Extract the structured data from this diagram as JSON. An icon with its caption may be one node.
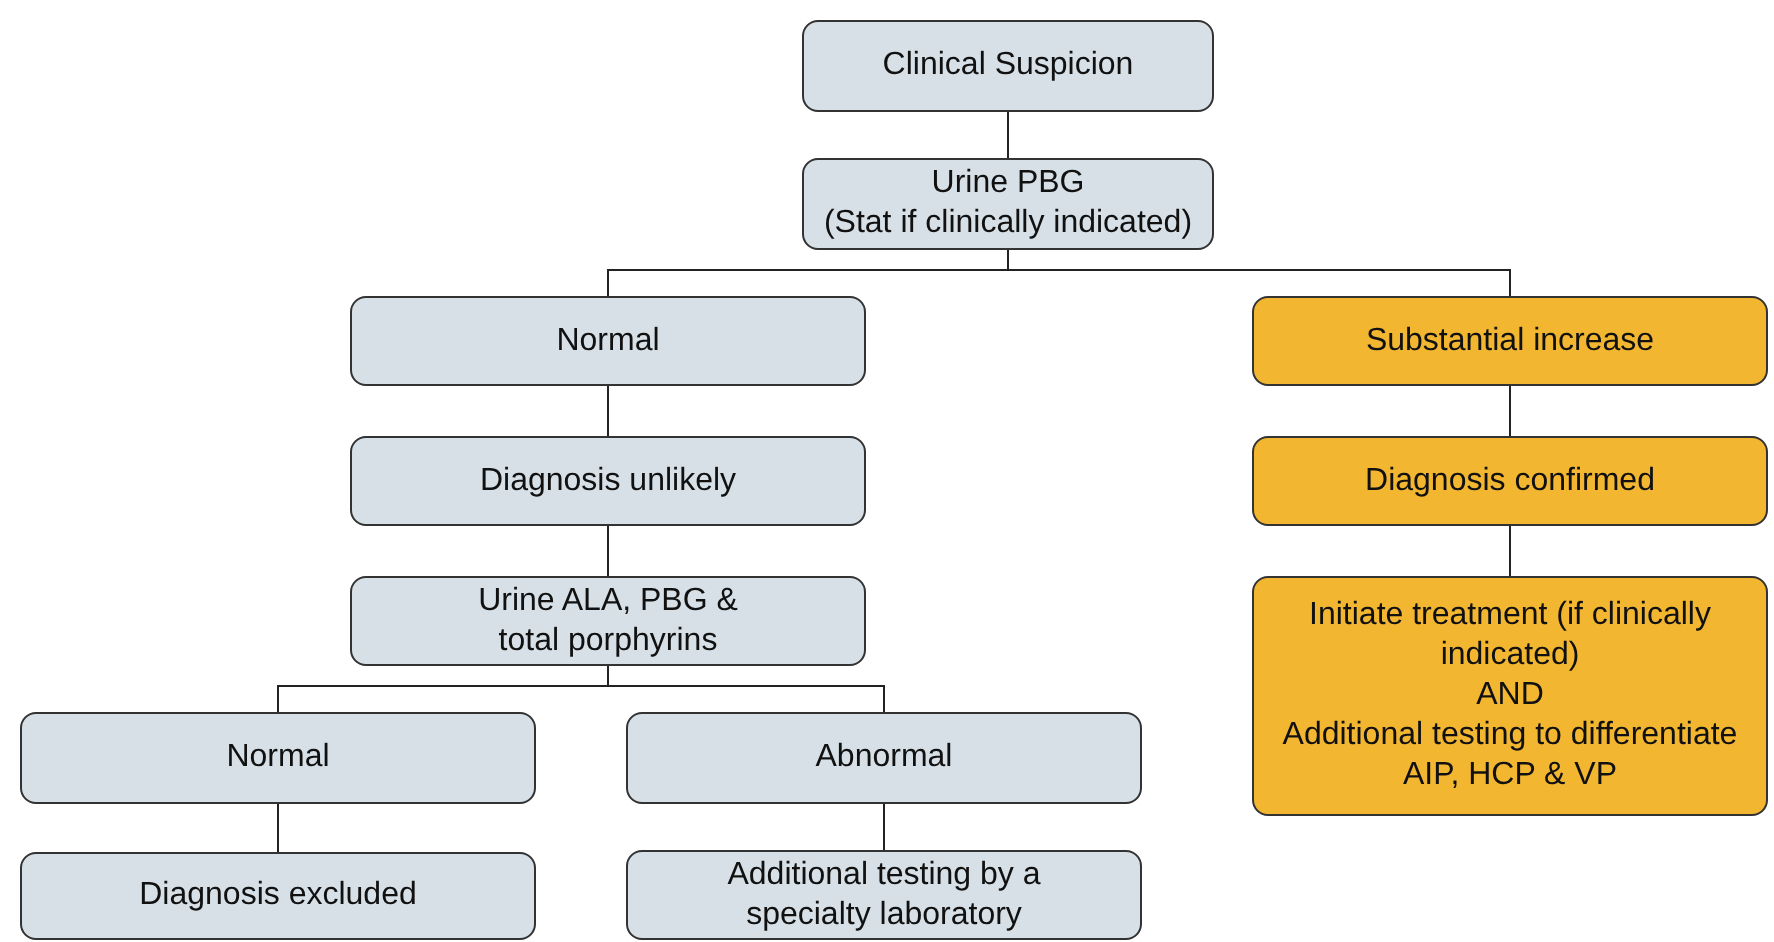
{
  "diagram": {
    "nodes": [
      {
        "text": [
          "Clinical Suspicion"
        ]
      },
      {
        "text": [
          "Urine PBG",
          "(Stat if clinically indicated)"
        ]
      },
      {
        "text": [
          "Normal"
        ]
      },
      {
        "text": [
          "Substantial increase"
        ]
      },
      {
        "text": [
          "Diagnosis unlikely"
        ]
      },
      {
        "text": [
          "Diagnosis confirmed"
        ]
      },
      {
        "text": [
          "Urine ALA, PBG & total porphyrins"
        ]
      },
      {
        "text": [
          "Initiate treatment (if clinically indicated)",
          "AND",
          "Additional testing to differentiate AIP, HCP & VP"
        ]
      },
      {
        "text": [
          "Normal"
        ]
      },
      {
        "text": [
          "Abnormal"
        ]
      },
      {
        "text": [
          "Diagnosis excluded"
        ]
      },
      {
        "text": [
          "Additional testing by a specialty laboratory"
        ]
      }
    ],
    "edges": [
      {
        "from": 0,
        "to": 1,
        "arrow": "none"
      },
      {
        "from": 1,
        "to": 2,
        "arrow": "none"
      },
      {
        "from": 1,
        "to": 3,
        "arrow": "none"
      },
      {
        "from": 2,
        "to": 4,
        "arrow": "none"
      },
      {
        "from": 4,
        "to": 6,
        "arrow": "none"
      },
      {
        "from": 6,
        "to": 8,
        "arrow": "none"
      },
      {
        "from": 6,
        "to": 9,
        "arrow": "none"
      },
      {
        "from": 8,
        "to": 10,
        "arrow": "none"
      },
      {
        "from": 9,
        "to": 11,
        "arrow": "none"
      },
      {
        "from": 3,
        "to": 5,
        "arrow": "none"
      },
      {
        "from": 5,
        "to": 7,
        "arrow": "none"
      }
    ]
  }
}
